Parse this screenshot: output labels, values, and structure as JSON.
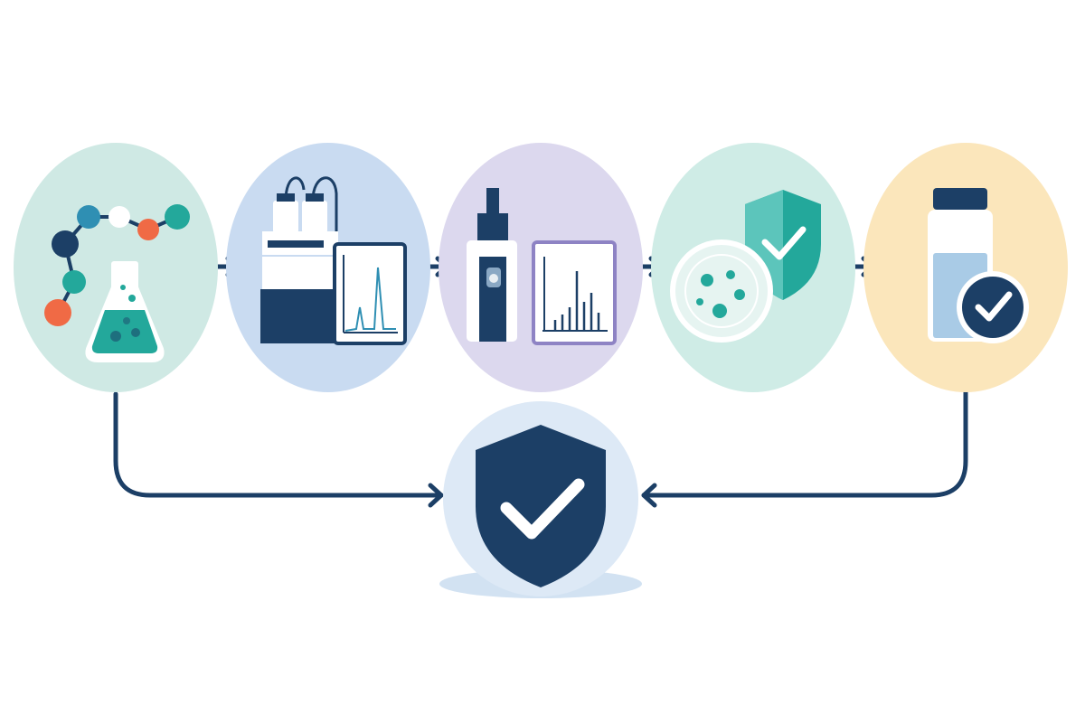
{
  "diagram": {
    "type": "process-flow",
    "steps": [
      {
        "id": "synthesis",
        "icon": "molecule-and-flask-icon",
        "bg": "#cfe9e4"
      },
      {
        "id": "chromatography",
        "icon": "hplc-instrument-icon",
        "bg": "#c9dbf1"
      },
      {
        "id": "mass-spectrometry",
        "icon": "mass-spectrometer-icon",
        "bg": "#dcd8ee"
      },
      {
        "id": "microbial-testing",
        "icon": "petri-dish-and-shield-icon",
        "bg": "#cfece6"
      },
      {
        "id": "final-product",
        "icon": "approved-vial-icon",
        "bg": "#fbe6bb"
      }
    ],
    "result": {
      "id": "quality-assurance",
      "icon": "shield-check-icon",
      "bg": "#dde9f6"
    }
  },
  "colors": {
    "navy": "#1c3f66",
    "teal": "#23a89b",
    "teal_light": "#5cc5bb",
    "blue_mid": "#2f8fb3",
    "orange": "#f06a45",
    "lavender": "#8e83c4",
    "vial_liquid": "#a9cbe6"
  }
}
